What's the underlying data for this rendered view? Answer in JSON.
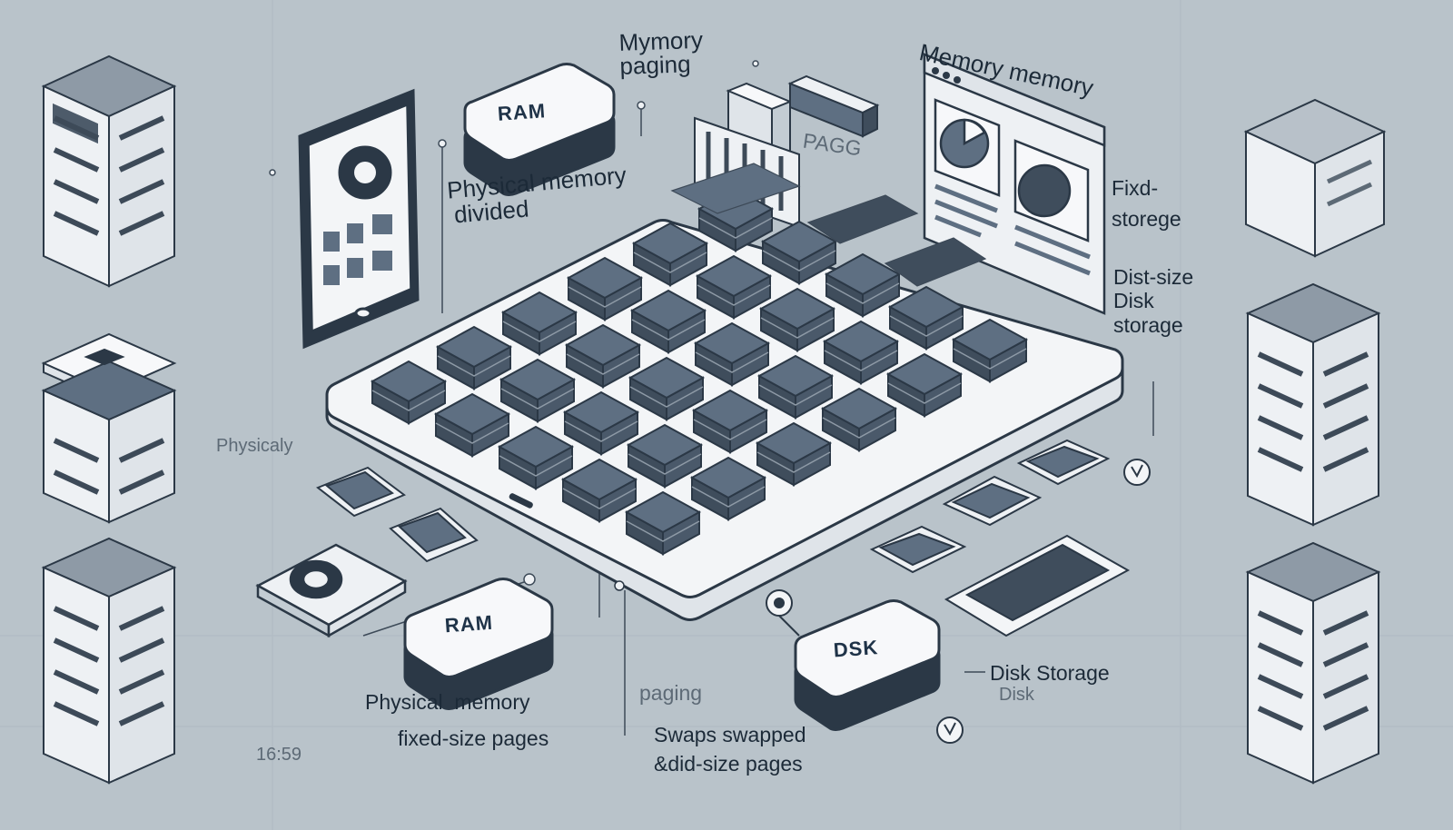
{
  "labels": {
    "memory_paging": "Mymory paging",
    "memory_memory": "Memory memory",
    "physical_memory_divided_line1": "Physical memory",
    "physical_memory_divided_line2": "divided",
    "pagg": "PAGG",
    "fixed_storage_line1": "Fixd-",
    "fixed_storage_line2": "storege",
    "dist_size_line1": "Dist-size",
    "dist_size_line2": "Disk",
    "dist_size_line3": "storage",
    "physicaly": "Physicaly",
    "physical_memory_bottom": "Physical  memory",
    "fixed_size_pages": "fixed-size pages",
    "paging_bottom": "paging",
    "swaps_swapped": "Swaps swapped",
    "did_size_pages": "&did-size pages",
    "disk_storage": "Disk Storage",
    "disk_small": "Disk",
    "timestamp": "16:59"
  },
  "chips": {
    "ram_top": "RAM",
    "ram_bottom": "RAM",
    "disk": "DSK"
  },
  "colors": {
    "background": "#b9c3ca",
    "block_top": "#5e6f82",
    "block_side": "#3f4d5c",
    "board": "#eef1f4",
    "outline": "#2b3846",
    "chip_face": "#f7f8fa"
  }
}
